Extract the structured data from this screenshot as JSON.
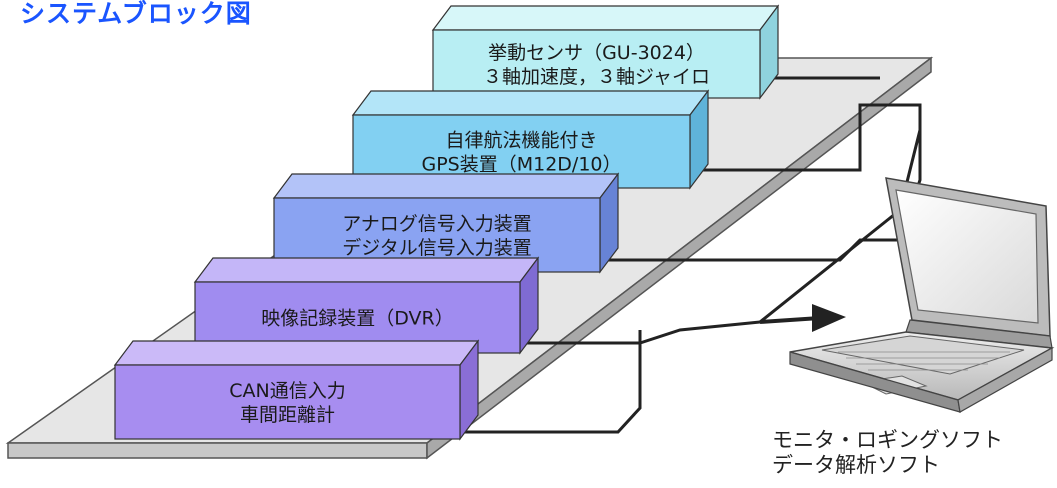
{
  "title": "システムブロック図",
  "blocks": [
    {
      "line1": "挙動センサ（GU-3024）",
      "line2": "３軸加速度，３軸ジャイロ",
      "front": "#b8eef3",
      "side": "#8fd3de",
      "top": "#d7f7f9"
    },
    {
      "line1": "自律航法機能付き",
      "line2": "GPS装置（M12D/10）",
      "front": "#82d0f2",
      "side": "#5fb3d9",
      "top": "#b3e5f8"
    },
    {
      "line1": "アナログ信号入力装置",
      "line2": "デジタル信号入力装置",
      "front": "#8aa3f2",
      "side": "#6783d6",
      "top": "#b3c3f8"
    },
    {
      "line1": "映像記録装置（DVR）",
      "line2": "",
      "front": "#a08cf0",
      "side": "#7f6bd3",
      "top": "#c4b6f8"
    },
    {
      "line1": "CAN通信入力",
      "line2": "車間距離計",
      "front": "#a78df0",
      "side": "#8a6ed6",
      "top": "#cbbaf8"
    }
  ],
  "pc_caption": {
    "line1": "モニタ・ロギングソフト",
    "line2": "データ解析ソフト"
  },
  "colors": {
    "title": "#1a55ff",
    "platform_top": "#e6e6e6",
    "platform_side": "#bdbdbd",
    "bus_line": "#222222"
  }
}
